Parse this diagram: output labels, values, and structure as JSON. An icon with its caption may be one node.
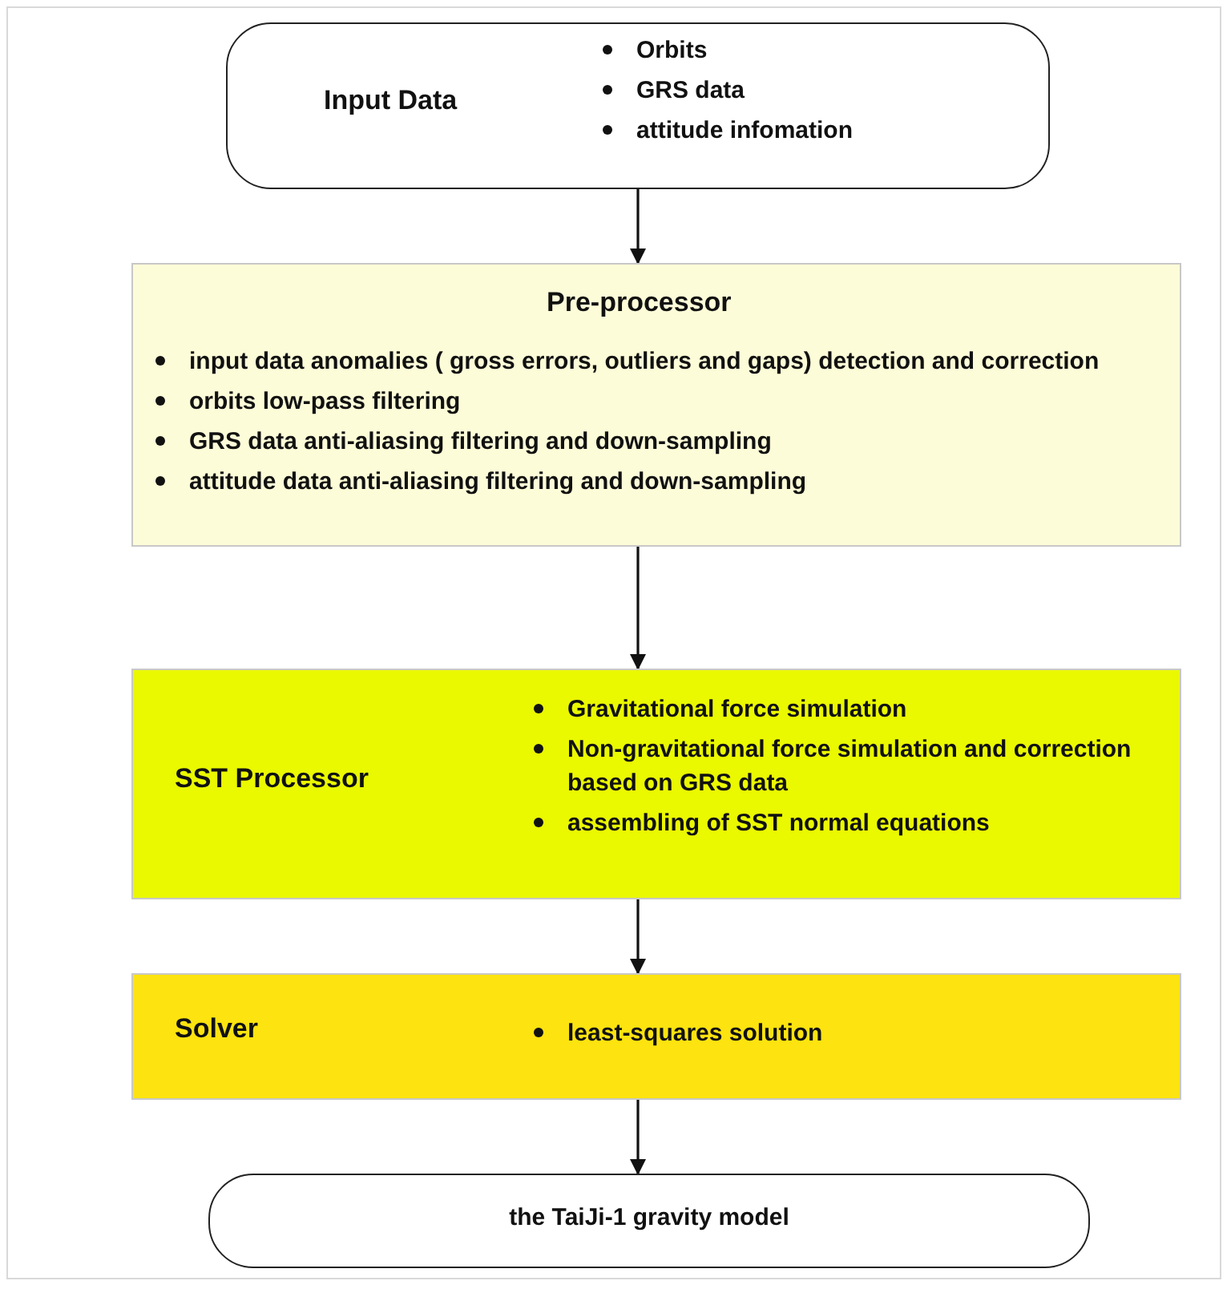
{
  "diagram": {
    "nodes": [
      {
        "text": [
          "Input Data",
          "Orbits",
          "GRS data",
          "attitude infomation"
        ]
      },
      {
        "text": [
          "Pre-processor",
          "input data anomalies ( gross errors, outliers and gaps) detection and correction",
          "orbits low-pass filtering",
          "GRS data anti-aliasing filtering and down-sampling",
          "attitude data anti-aliasing filtering and down-sampling"
        ]
      },
      {
        "text": [
          "SST Processor",
          "Gravitational force simulation",
          "Non-gravitational force simulation  and correction based on GRS data",
          "assembling of SST normal equations"
        ]
      },
      {
        "text": [
          "Solver",
          "least-squares solution"
        ]
      },
      {
        "text": [
          "the TaiJi-1 gravity model"
        ]
      }
    ],
    "edges": [
      {
        "from": 0,
        "to": 1,
        "arrow": "to"
      },
      {
        "from": 1,
        "to": 2,
        "arrow": "to"
      },
      {
        "from": 2,
        "to": 3,
        "arrow": "to"
      },
      {
        "from": 3,
        "to": 4,
        "arrow": "to"
      }
    ]
  }
}
